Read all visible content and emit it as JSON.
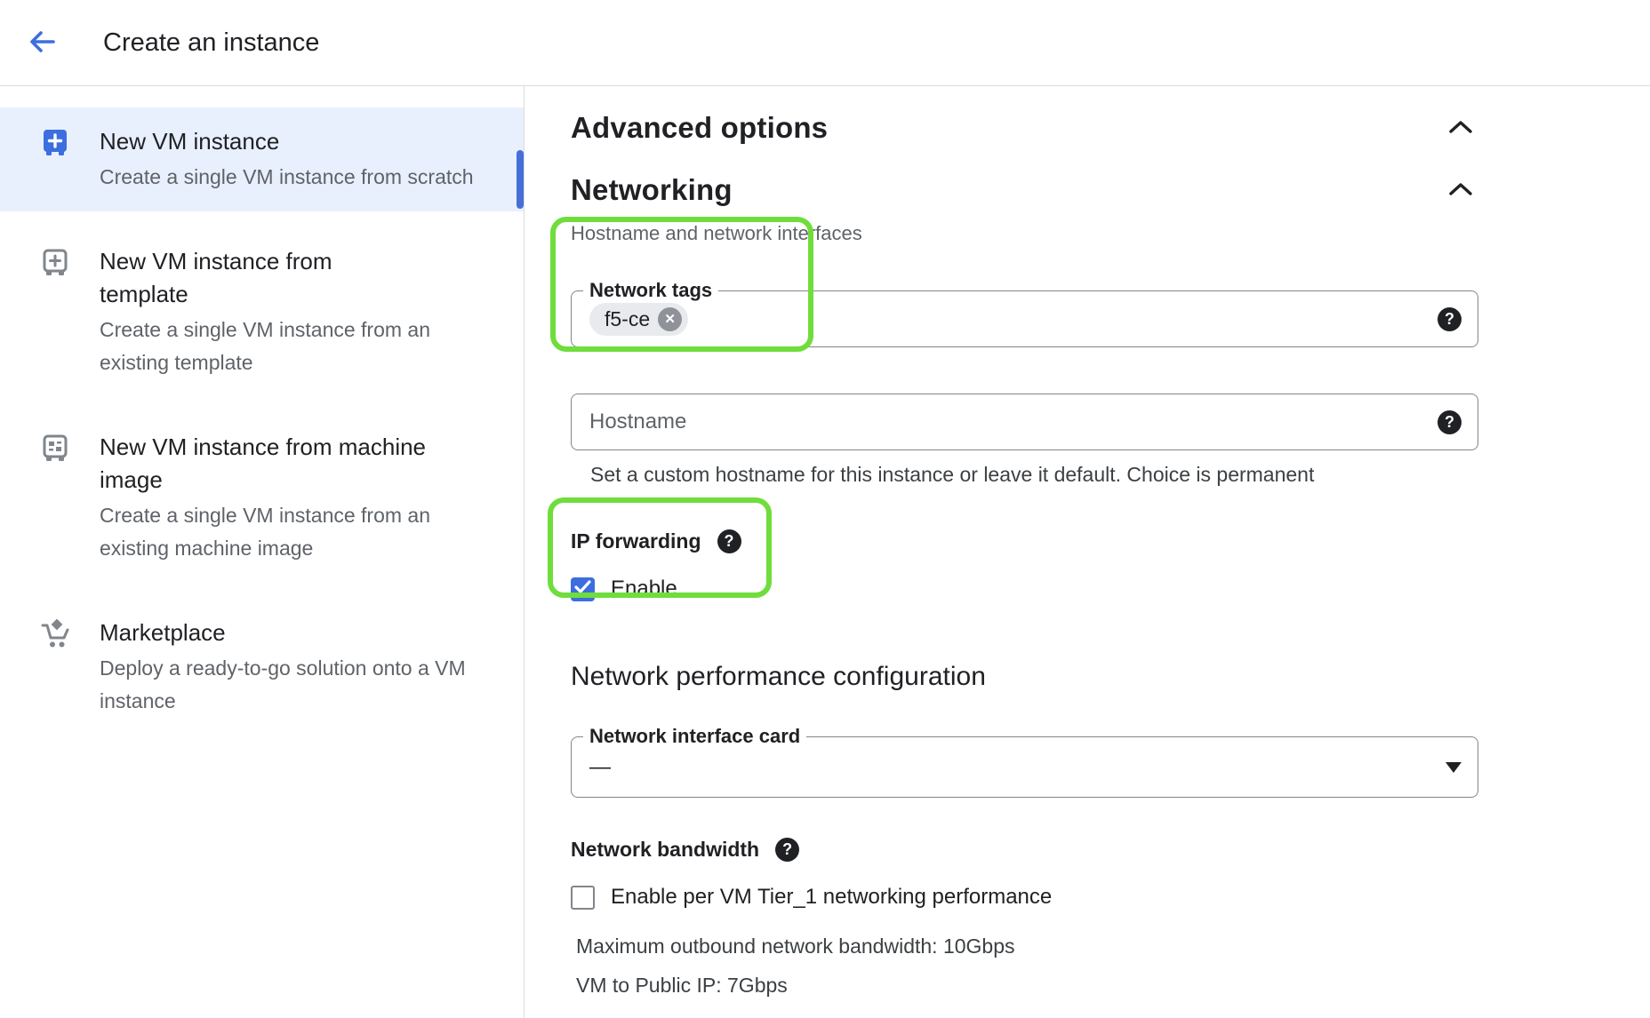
{
  "header": {
    "title": "Create an instance"
  },
  "sidebar": {
    "items": [
      {
        "title": "New VM instance",
        "description": "Create a single VM instance from scratch",
        "icon": "vm-plus-filled",
        "selected": true
      },
      {
        "title": "New VM instance from template",
        "description": "Create a single VM instance from an existing template",
        "icon": "vm-plus-outline",
        "selected": false
      },
      {
        "title": "New VM instance from machine image",
        "description": "Create a single VM instance from an existing machine image",
        "icon": "vm-machine-image",
        "selected": false
      },
      {
        "title": "Marketplace",
        "description": "Deploy a ready-to-go solution onto a VM instance",
        "icon": "marketplace-cart",
        "selected": false
      }
    ]
  },
  "main": {
    "advanced_options": {
      "title": "Advanced options"
    },
    "networking": {
      "title": "Networking",
      "subtitle": "Hostname and network interfaces",
      "network_tags": {
        "label": "Network tags",
        "chip": "f5-ce"
      },
      "hostname": {
        "placeholder": "Hostname",
        "helper": "Set a custom hostname for this instance or leave it default. Choice is permanent"
      },
      "ip_forwarding": {
        "label": "IP forwarding",
        "checkbox_label": "Enable",
        "checked": true
      },
      "performance": {
        "title": "Network performance configuration",
        "nic": {
          "label": "Network interface card",
          "value": "—"
        },
        "bandwidth_label": "Network bandwidth",
        "tier1_label": "Enable per VM Tier_1 networking performance",
        "tier1_checked": false,
        "max_bandwidth": "Maximum outbound network bandwidth: 10Gbps",
        "vm_to_public_ip": "VM to Public IP: 7Gbps"
      }
    }
  },
  "icons": {
    "help": "?",
    "close": "✕"
  },
  "colors": {
    "accent_blue": "#3c6ee0",
    "annotation_green": "#6fdd3c",
    "selected_item_bg": "#e8f0fe",
    "text_primary": "#202124",
    "text_secondary": "#5f6368",
    "field_border": "#80868b",
    "divider": "#dadce0",
    "chip_bg": "#e8eaed"
  }
}
